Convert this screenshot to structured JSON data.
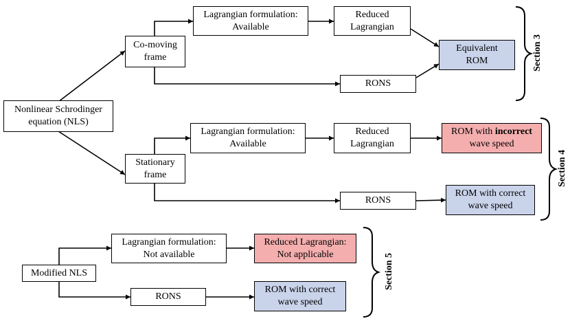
{
  "nodes": {
    "nls": "Nonlinear Schrodinger\nequation (NLS)",
    "comoving": "Co-moving\nframe",
    "lag_available_1": "Lagrangian formulation:\nAvailable",
    "reduced_1": "Reduced\nLagrangian",
    "equivalent_rom": "Equivalent\nROM",
    "rons_1": "RONS",
    "stationary": "Stationary\nframe",
    "lag_available_2": "Lagrangian formulation:\nAvailable",
    "reduced_2": "Reduced\nLagrangian",
    "rom_incorrect_prefix": "ROM with ",
    "rom_incorrect_bold": "incorrect",
    "rom_incorrect_suffix": "wave speed",
    "rons_2": "RONS",
    "rom_correct_1": "ROM with correct\nwave speed",
    "modified_nls": "Modified NLS",
    "lag_not_available": "Lagrangian formulation:\nNot available",
    "reduced_not_applicable": "Reduced Lagrangian:\nNot applicable",
    "rons_3": "RONS",
    "rom_correct_2": "ROM with correct\nwave speed"
  },
  "sections": {
    "s3": "Section 3",
    "s4": "Section 4",
    "s5": "Section 5"
  },
  "colors": {
    "equivalent_fill": "#c9d3ea",
    "correct_fill": "#c9d3ea",
    "incorrect_fill": "#f4aeae"
  }
}
